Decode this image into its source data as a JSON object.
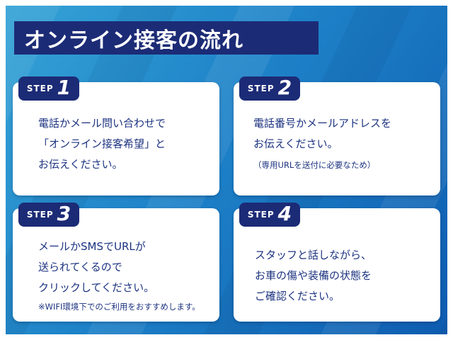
{
  "title": "オンライン接客の流れ",
  "colors": {
    "banner_navy": "#1c2b76",
    "card_text_navy": "#1c3380",
    "bg_blue_light": "#35a3d6",
    "bg_blue_dark": "#0e5cb0"
  },
  "cards": [
    {
      "step_label": "STEP",
      "number": "1",
      "lines": [
        "電話かメール問い合わせで",
        "「オンライン接客希望」と",
        "お伝えください。"
      ]
    },
    {
      "step_label": "STEP",
      "number": "2",
      "lines": [
        "電話番号かメールアドレスを",
        "お伝えください。"
      ],
      "note": "（専用URLを送付に必要なため）"
    },
    {
      "step_label": "STEP",
      "number": "3",
      "lines": [
        "メールかSMSでURLが",
        "送られてくるので",
        "クリックしてください。"
      ],
      "note": "※WIFI環境下でのご利用をおすすめします。"
    },
    {
      "step_label": "STEP",
      "number": "4",
      "lines": [
        "スタッフと話しながら、",
        "お車の傷や装備の状態を",
        "ご確認ください。"
      ]
    }
  ]
}
